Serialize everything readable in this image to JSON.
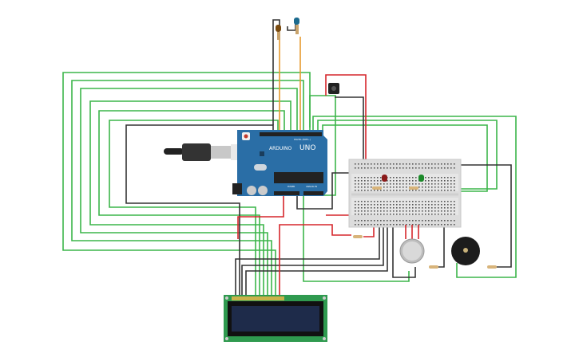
{
  "arduino": {
    "brand": "ARDUINO",
    "model": "UNO",
    "digital_label": "DIGITAL (PWM~)",
    "power_label": "POWER",
    "analog_label": "ANALOG IN",
    "color": "#2a6ea6"
  },
  "components": [
    "arduino-uno",
    "breadboard",
    "lcd-16x2",
    "red-led",
    "green-led",
    "blue-led",
    "orange-led",
    "gas-sensor",
    "piezo-buzzer",
    "pushbutton",
    "resistors"
  ],
  "colors": {
    "wire_green": "#3cb54a",
    "wire_black": "#333333",
    "wire_red": "#d6262b",
    "wire_orange": "#e69a2e",
    "lcd_board": "#2f9a4f",
    "lcd_screen": "#1e2b4a"
  }
}
